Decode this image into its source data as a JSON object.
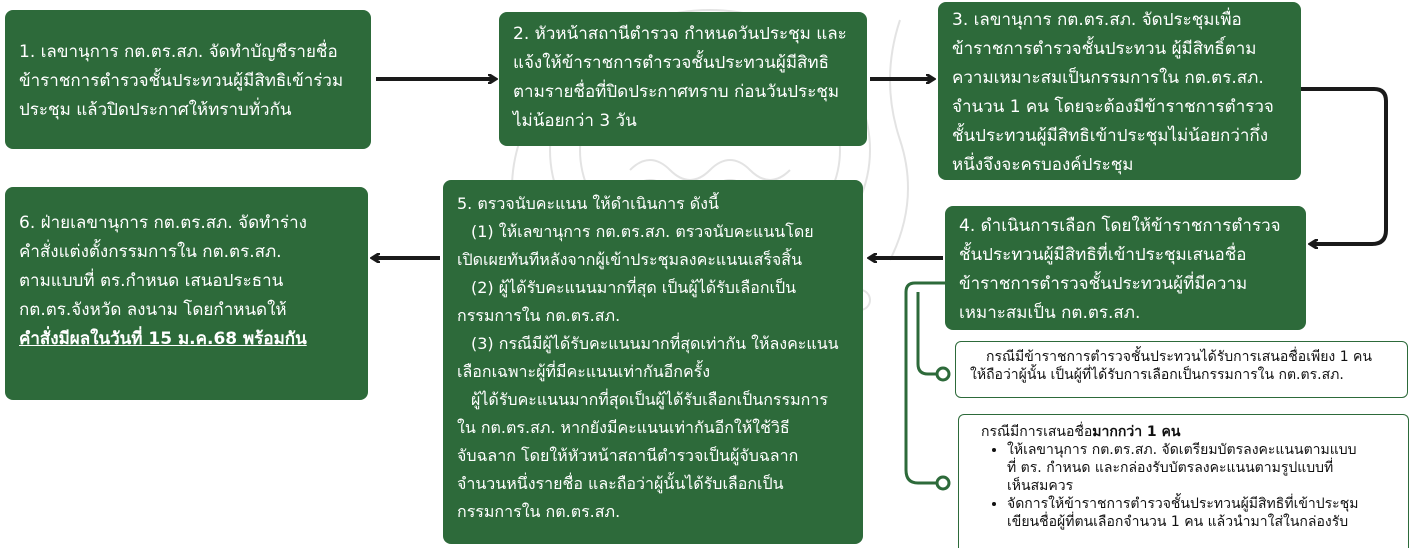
{
  "colors": {
    "box_fill": "#2d6a3a",
    "text_on_box": "#ffffff",
    "arrow": "#1a1a1a",
    "note_border": "#2d6a3a"
  },
  "steps": {
    "step1": {
      "lines": [
        "1. เลขานุการ กต.ตร.สภ. จัดทำบัญชีรายชื่อ",
        "ข้าราชการตำรวจชั้นประทวนผู้มีสิทธิเข้าร่วม",
        "ประชุม แล้วปิดประกาศให้ทราบทั่วกัน"
      ]
    },
    "step2": {
      "lines": [
        "2. หัวหน้าสถานีตำรวจ กำหนดวันประชุม และ",
        "แจ้งให้ข้าราชการตำรวจชั้นประทวนผู้มีสิทธิ",
        "ตามรายชื่อที่ปิดประกาศทราบ ก่อนวันประชุม",
        "ไม่น้อยกว่า 3 วัน"
      ]
    },
    "step3": {
      "lines": [
        "3. เลขานุการ กต.ตร.สภ. จัดประชุมเพื่อ",
        "ข้าราชการตำรวจชั้นประทวน ผู้มีสิทธิ์ตาม",
        "ความเหมาะสมเป็นกรรมการใน กต.ตร.สภ.",
        "จำนวน 1 คน โดยจะต้องมีข้าราชการตำรวจ",
        "ชั้นประทวนผู้มีสิทธิเข้าประชุมไม่น้อยกว่ากึ่ง",
        "หนึ่งจึงจะครบองค์ประชุม"
      ]
    },
    "step4": {
      "lines": [
        "4. ดำเนินการเลือก โดยให้ข้าราชการตำรวจ",
        "ชั้นประทวนผู้มีสิทธิที่เข้าประชุมเสนอชื่อ",
        "ข้าราชการตำรวจชั้นประทวนผู้ที่มีความ",
        "เหมาะสมเป็น กต.ตร.สภ."
      ]
    },
    "step5": {
      "lines": [
        "5. ตรวจนับคะแนน ให้ดำเนินการ ดังนี้",
        "(1) ให้เลขานุการ กต.ตร.สภ. ตรวจนับคะแนนโดย",
        "เปิดเผยทันทีหลังจากผู้เข้าประชุมลงคะแนนเสร็จสิ้น",
        "(2) ผู้ได้รับคะแนนมากที่สุด เป็นผู้ได้รับเลือกเป็น",
        "กรรมการใน กต.ตร.สภ.",
        "(3) กรณีมีผู้ได้รับคะแนนมากที่สุดเท่ากัน ให้ลงคะแนน",
        "เลือกเฉพาะผู้ที่มีคะแนนเท่ากันอีกครั้ง",
        "ผู้ได้รับคะแนนมากที่สุดเป็นผู้ได้รับเลือกเป็นกรรมการ",
        "ใน กต.ตร.สภ. หากยังมีคะแนนเท่ากันอีกให้ใช้วิธี",
        "จับฉลาก โดยให้หัวหน้าสถานีตำรวจเป็นผู้จับฉลาก",
        "จำนวนหนึ่งรายชื่อ และถือว่าผู้นั้นได้รับเลือกเป็น",
        "กรรมการใน กต.ตร.สภ."
      ]
    },
    "step6": {
      "lines": [
        "6. ฝ่ายเลขานุการ กต.ตร.สภ. จัดทำร่าง",
        "คำสั่งแต่งตั้งกรรมการใน กต.ตร.สภ.",
        "ตามแบบที่ ตร.กำหนด เสนอประธาน",
        "กต.ตร.จังหวัด ลงนาม โดยกำหนดให้"
      ],
      "emphasis": "คำสั่งมีผลในวันที่ 15 ม.ค.68 พร้อมกัน"
    }
  },
  "notes": {
    "single": {
      "lines": [
        "กรณีมีข้าราชการตำรวจชั้นประทวนได้รับการเสนอชื่อเพียง 1 คน",
        "ให้ถือว่าผู้นั้น เป็นผู้ที่ได้รับการเลือกเป็นกรรมการใน กต.ตร.สภ."
      ]
    },
    "multiple": {
      "heading_prefix": "กรณีมีการเสนอชื่อ",
      "heading_bold": "มากกว่า 1 คน",
      "bullets": [
        {
          "lines": [
            "ให้เลขานุการ กต.ตร.สภ. จัดเตรียมบัตรลงคะแนนตามแบบ",
            "ที่ ตร. กำหนด และกล่องรับบัตรลงคะแนนตามรูปแบบที่",
            "เห็นสมควร"
          ]
        },
        {
          "lines": [
            "จัดการให้ข้าราชการตำรวจชั้นประทวนผู้มีสิทธิที่เข้าประชุม",
            "เขียนชื่อผู้ที่ตนเลือกจำนวน 1 คน แล้วนำมาใส่ในกล่องรับ"
          ]
        }
      ]
    }
  }
}
